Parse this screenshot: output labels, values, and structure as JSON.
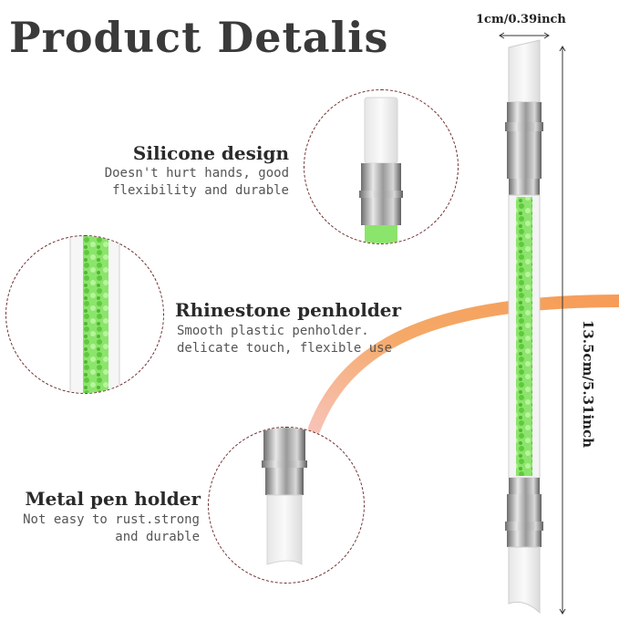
{
  "header": {
    "title": "Product Detalis"
  },
  "features": [
    {
      "title": "Silicone design",
      "desc_line1": "Doesn't hurt hands, good",
      "desc_line2": "flexibility and durable"
    },
    {
      "title": "Rhinestone penholder",
      "desc_line1": "Smooth plastic penholder.",
      "desc_line2": "delicate touch, flexible use"
    },
    {
      "title": "Metal pen holder",
      "desc_line1": "Not easy to rust.strong",
      "desc_line2": "and durable"
    }
  ],
  "dimensions": {
    "width_label": "1cm/0.39inch",
    "length_label": "13.5cm/5.31inch"
  },
  "colors": {
    "accent_arc": "#f39a4e",
    "rhinestone": "#7ee05a",
    "circle_border": "#6b2a2a",
    "metal": "#9a9a9a"
  }
}
